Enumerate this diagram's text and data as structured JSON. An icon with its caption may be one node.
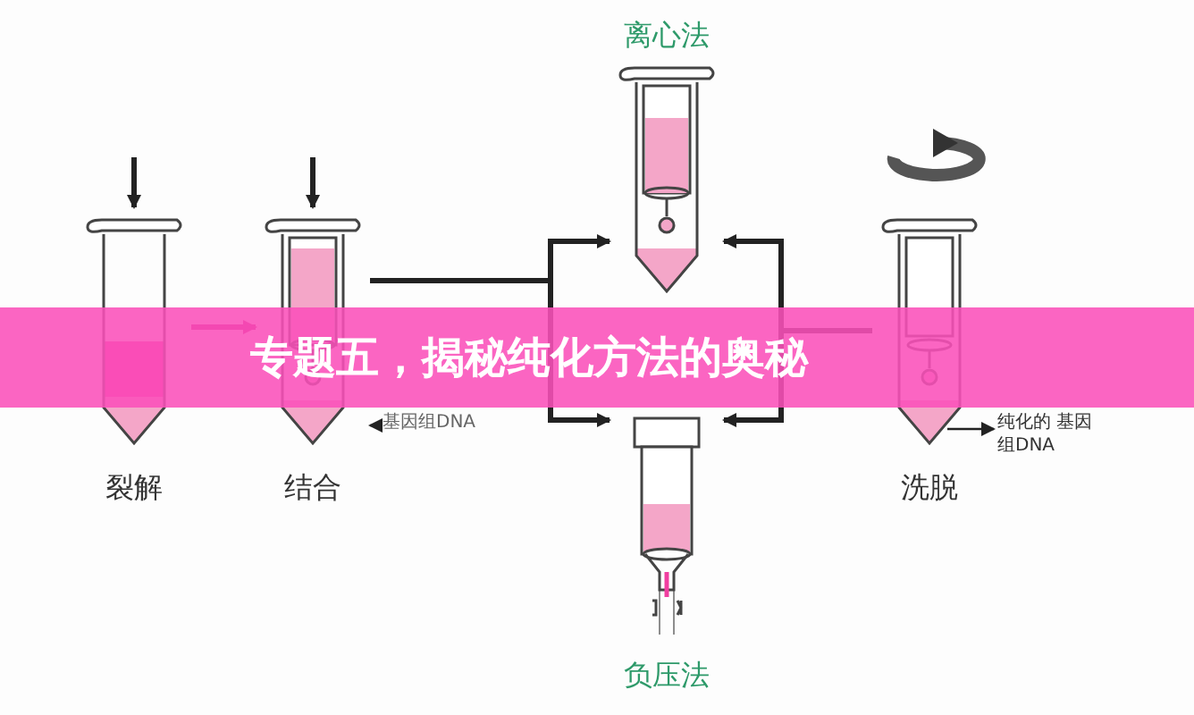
{
  "diagram": {
    "title": "专题五，揭秘纯化方法的奥秘",
    "nodes": [
      {
        "text": [
          "裂解"
        ]
      },
      {
        "text": [
          "结合"
        ]
      },
      {
        "text": [
          "基因组DNA"
        ]
      },
      {
        "text": [
          "离心法"
        ]
      },
      {
        "text": [
          "负压法"
        ]
      },
      {
        "text": [
          "洗脱"
        ]
      },
      {
        "text": [
          "纯化的 基因组DNA"
        ]
      }
    ],
    "edges": [
      {
        "from": null,
        "to": 0,
        "arrow": "to"
      },
      {
        "from": null,
        "to": 1,
        "arrow": "to"
      },
      {
        "from": 0,
        "to": 1,
        "arrow": "to",
        "color": "#c0157a"
      },
      {
        "from": 2,
        "to": 1,
        "arrow": "to"
      },
      {
        "from": 1,
        "to": 3,
        "arrow": "to"
      },
      {
        "from": 1,
        "to": 4,
        "arrow": "to"
      },
      {
        "from": 5,
        "to": 3,
        "arrow": "to"
      },
      {
        "from": 5,
        "to": 4,
        "arrow": "to"
      },
      {
        "from": 5,
        "to": 6,
        "arrow": "to"
      }
    ]
  }
}
